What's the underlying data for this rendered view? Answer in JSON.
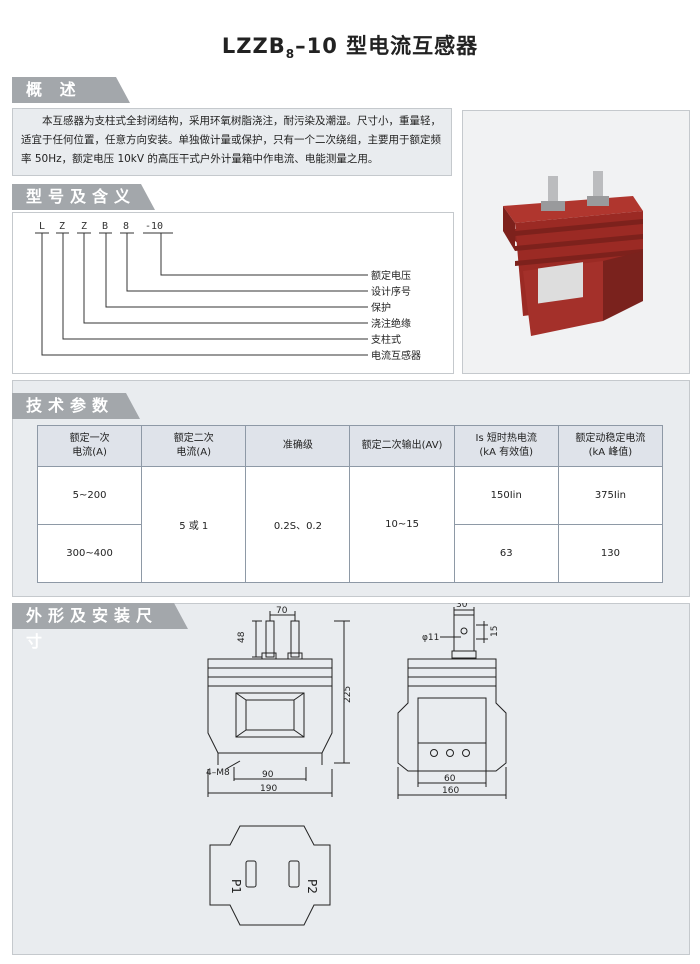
{
  "title": {
    "main_a": "LZZB",
    "sub": "8",
    "main_b": "–10 型电流互感器"
  },
  "sections": {
    "overview": "概 述",
    "model": "型号及含义",
    "params": "技术参数",
    "dimensions": "外形及安装尺寸"
  },
  "overview_text": "本互感器为支柱式全封闭结构，采用环氧树脂浇注，耐污染及潮湿。尺寸小，重量轻，适宜于任何位置，任意方向安装。单独做计量或保护，只有一个二次绕组，主要用于额定频率 50Hz，额定电压 10kV 的高压干式户外计量箱中作电流、电能测量之用。",
  "model": {
    "code_chars": [
      "L",
      "Z",
      "Z",
      "B",
      "8",
      "-10"
    ],
    "meanings": [
      "额定电压",
      "设计序号",
      "保护",
      "浇注绝缘",
      "支柱式",
      "电流互感器"
    ]
  },
  "params": {
    "headers": [
      [
        "额定一次",
        "电流(A)"
      ],
      [
        "额定二次",
        "电流(A)"
      ],
      [
        "准确级",
        ""
      ],
      [
        "额定二次输出(AV)",
        ""
      ],
      [
        "Is 短时热电流",
        "(kA 有效值)"
      ],
      [
        "额定动稳定电流",
        "(kA 峰值)"
      ]
    ],
    "rows": [
      {
        "primary": "5~200",
        "thermal": "150Iin",
        "dynamic": "375Iin"
      },
      {
        "primary": "300~400",
        "thermal": "63",
        "dynamic": "130"
      }
    ],
    "merged": {
      "secondary": "5 或 1",
      "accuracy": "0.2S、0.2",
      "output": "10~15"
    }
  },
  "dims": {
    "front": {
      "top_w": "70",
      "h_terminal": "48",
      "h_total": "225",
      "hole_spacing": "90",
      "base_w": "190",
      "holes": "4–M8"
    },
    "side": {
      "top_w": "30",
      "hole_d": "φ11",
      "h_top": "15",
      "base_inner": "60",
      "base_w": "160"
    },
    "bottom": {
      "p1": "P1",
      "p2": "P2"
    }
  },
  "colors": {
    "section_gray": "#a3a7ab",
    "panel_bg": "#e9ecef",
    "header_blue": "#dfe3ea",
    "product_red": "#9b2a24"
  }
}
